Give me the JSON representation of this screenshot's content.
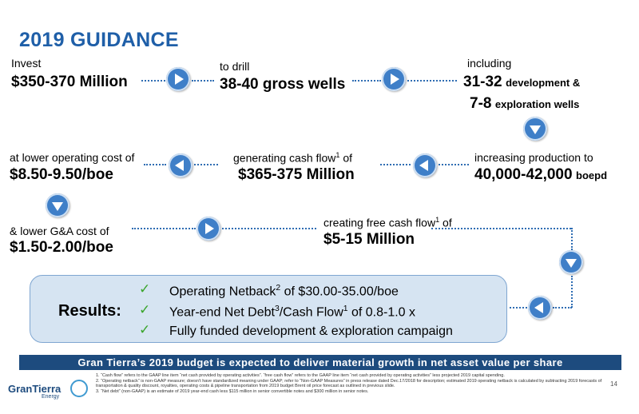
{
  "title": "2019 GUIDANCE",
  "flow": {
    "invest_label": "Invest",
    "invest_value": "$350-370 Million",
    "drill_label": "to drill",
    "drill_value": "38-40 gross wells",
    "including_label": "including",
    "dev_num": "31-32",
    "dev_text": "development &",
    "expl_num": "7-8",
    "expl_text": "exploration wells",
    "production_label": "increasing production to",
    "production_value": "40,000-42,000",
    "production_unit": "boepd",
    "cashflow_label_pre": "generating cash flow",
    "cashflow_label_post": " of",
    "cashflow_value": "$365-375 Million",
    "opcost_label": "at lower operating cost  of",
    "opcost_value": "$8.50-9.50/boe",
    "ga_label": "&  lower G&A cost of",
    "ga_value": "$1.50-2.00/boe",
    "fcf_label_pre": "creating free cash flow",
    "fcf_label_post": " of",
    "fcf_value": "$5-15 Million",
    "footnote_mark": "1",
    "netback_mark": "2",
    "netdebt_mark": "3"
  },
  "results": {
    "title": "Results:",
    "check_glyph": "✓",
    "item1_pre": "Operating Netback",
    "item1_post": " of $30.00-35.00/boe",
    "item2_pre": "Year-end Net Debt",
    "item2_mid": "/Cash Flow",
    "item2_post": " of 0.8-1.0 x",
    "item3": "Fully funded development & exploration campaign"
  },
  "banner": "Gran Tierra’s 2019 budget is expected to deliver material growth in net asset value per share",
  "footnotes": [
    "1.  “Cash flow” refers to the GAAP line item “net cash provided by operating activities”. “free cash flow” refers to the GAAP line item “net cash provided by operating activities” less projected 2019 capital spending.",
    "2.  “Operating netback” is non-GAAP measure; doesn’t have standardized meaning under GAAP; refer to “Non-GAAP Measures” in press release dated Dec.17/2018 for description; estimated 2019 operating netback is calculated by subtracting 2019 forecasts of transportation & quality discount, royalties, operating costs & pipeline transportation from 2019 budget Brent oil price forecast as outlined in previous slide.",
    "3.  “Net debt” (non-GAAP) is an estimate of 2019 year-end cash less $115 million in senior convertible notes and $300 million in senior notes."
  ],
  "page_number": "14",
  "logo": {
    "name": "GranTierra",
    "sub": "Energy"
  },
  "colors": {
    "title": "#1f5fa8",
    "accent": "#3f7fc8",
    "banner": "#1d4b7e",
    "check": "#3aa52c",
    "results_bg": "#d6e4f2"
  }
}
